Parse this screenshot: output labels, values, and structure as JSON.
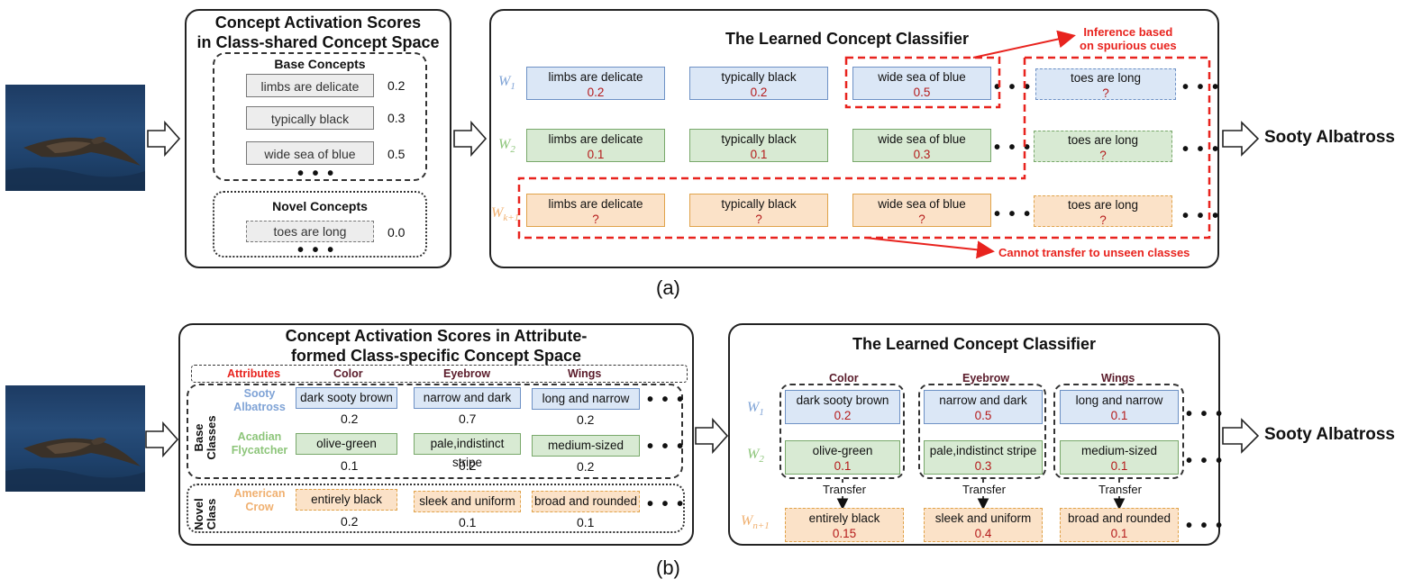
{
  "a": {
    "caption": "(a)",
    "scores_title_line1": "Concept Activation Scores",
    "scores_title_line2": "in Class-shared Concept Space",
    "base_header": "Base Concepts",
    "base_concepts": [
      {
        "label": "limbs are delicate",
        "score": "0.2"
      },
      {
        "label": "typically black",
        "score": "0.3"
      },
      {
        "label": "wide sea of blue",
        "score": "0.5"
      }
    ],
    "novel_header": "Novel Concepts",
    "novel_concepts": [
      {
        "label": "toes are long",
        "score": "0.0"
      }
    ],
    "classifier_title": "The Learned Concept Classifier",
    "row_labels": [
      "W",
      "W",
      "W"
    ],
    "row_subs": [
      "1",
      "2",
      "k+1"
    ],
    "rows": [
      [
        {
          "label": "limbs are delicate",
          "score": "0.2"
        },
        {
          "label": "typically black",
          "score": "0.2"
        },
        {
          "label": "wide sea of blue",
          "score": "0.5"
        },
        {
          "label": "toes are long",
          "score": "?"
        }
      ],
      [
        {
          "label": "limbs are delicate",
          "score": "0.1"
        },
        {
          "label": "typically black",
          "score": "0.1"
        },
        {
          "label": "wide sea of blue",
          "score": "0.3"
        },
        {
          "label": "toes are long",
          "score": "?"
        }
      ],
      [
        {
          "label": "limbs are delicate",
          "score": "?"
        },
        {
          "label": "typically black",
          "score": "?"
        },
        {
          "label": "wide sea of blue",
          "score": "?"
        },
        {
          "label": "toes are long",
          "score": "?"
        }
      ]
    ],
    "annotation_top_line1": "Inference based",
    "annotation_top_line2": "on spurious cues",
    "annotation_bottom": "Cannot transfer to unseen classes",
    "output": "Sooty Albatross",
    "ellipsis": "• • •"
  },
  "b": {
    "caption": "(b)",
    "scores_title_line1": "Concept Activation Scores in Attribute-",
    "scores_title_line2": "formed Class-specific Concept Space",
    "attributes_label": "Attributes",
    "attributes": [
      "Color",
      "Eyebrow",
      "Wings"
    ],
    "base_classes_label": "Base Classes",
    "novel_class_label": "Novel Class",
    "classes": [
      {
        "name_line1": "Sooty",
        "name_line2": "Albatross",
        "color": "#7fa3d6",
        "concepts": [
          {
            "label": "dark sooty brown",
            "score": "0.2"
          },
          {
            "label": "narrow and dark",
            "score": "0.7"
          },
          {
            "label": "long and narrow",
            "score": "0.2"
          }
        ]
      },
      {
        "name_line1": "Acadian",
        "name_line2": "Flycatcher",
        "color": "#8dc57a",
        "concepts": [
          {
            "label": "olive-green",
            "score": "0.1"
          },
          {
            "label": "pale,indistinct stripe",
            "score": "0.2"
          },
          {
            "label": "medium-sized",
            "score": "0.2"
          }
        ]
      },
      {
        "name_line1": "American",
        "name_line2": "Crow",
        "color": "#f0b070",
        "concepts": [
          {
            "label": "entirely black",
            "score": "0.2"
          },
          {
            "label": "sleek and uniform",
            "score": "0.1"
          },
          {
            "label": "broad and rounded",
            "score": "0.1"
          }
        ]
      }
    ],
    "classifier_title": "The Learned Concept Classifier",
    "row_labels": [
      "W",
      "W",
      "W"
    ],
    "row_subs": [
      "1",
      "2",
      "n+1"
    ],
    "rows": [
      [
        {
          "label": "dark sooty brown",
          "score": "0.2"
        },
        {
          "label": "narrow and dark",
          "score": "0.5"
        },
        {
          "label": "long and narrow",
          "score": "0.1"
        }
      ],
      [
        {
          "label": "olive-green",
          "score": "0.1"
        },
        {
          "label": "pale,indistinct stripe",
          "score": "0.3"
        },
        {
          "label": "medium-sized",
          "score": "0.1"
        }
      ],
      [
        {
          "label": "entirely black",
          "score": "0.15"
        },
        {
          "label": "sleek and uniform",
          "score": "0.4"
        },
        {
          "label": "broad and rounded",
          "score": "0.1"
        }
      ]
    ],
    "transfer_label": "Transfer",
    "output": "Sooty Albatross",
    "ellipsis": "• • •"
  },
  "colors": {
    "red_annotation": "#e8231e",
    "score_red": "#b51b1b",
    "w1_blue": "#7fa3d6",
    "w2_green": "#8dc57a",
    "w3_orange": "#f0b070",
    "attr_purple": "#5a1b2a"
  }
}
